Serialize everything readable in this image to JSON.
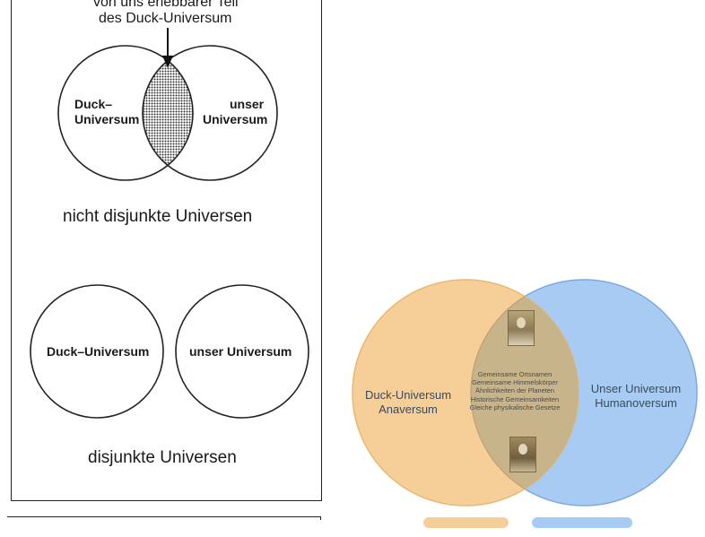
{
  "top_diagram": {
    "pointer_line1": "von uns erlebbarer Teil",
    "pointer_line2": "des Duck-Universum",
    "left_label_line1": "Duck–",
    "left_label_line2": "Universum",
    "right_label_line1": "unser",
    "right_label_line2": "Universum",
    "caption": "nicht disjunkte Universen"
  },
  "bottom_diagram": {
    "left_label": "Duck–Universum",
    "right_label": "unser Universum",
    "caption": "disjunkte Universen"
  },
  "color_diagram": {
    "left_line1": "Duck-Universum",
    "left_line2": "Anaversum",
    "right_line1": "Unser Universum",
    "right_line2": "Humanoversum",
    "shared_items": [
      "Gemeinsame Ortsnamen",
      "Gemeinsame Himmelskörper",
      "Ähnlichkeiten der Planeten",
      "Historische Gemeinsamkeiten",
      "Gleiche physikalische Gesetze"
    ],
    "left_color": "#f5cf97",
    "right_color": "#a8cbf3",
    "overlap_color": "#c8b48a"
  }
}
